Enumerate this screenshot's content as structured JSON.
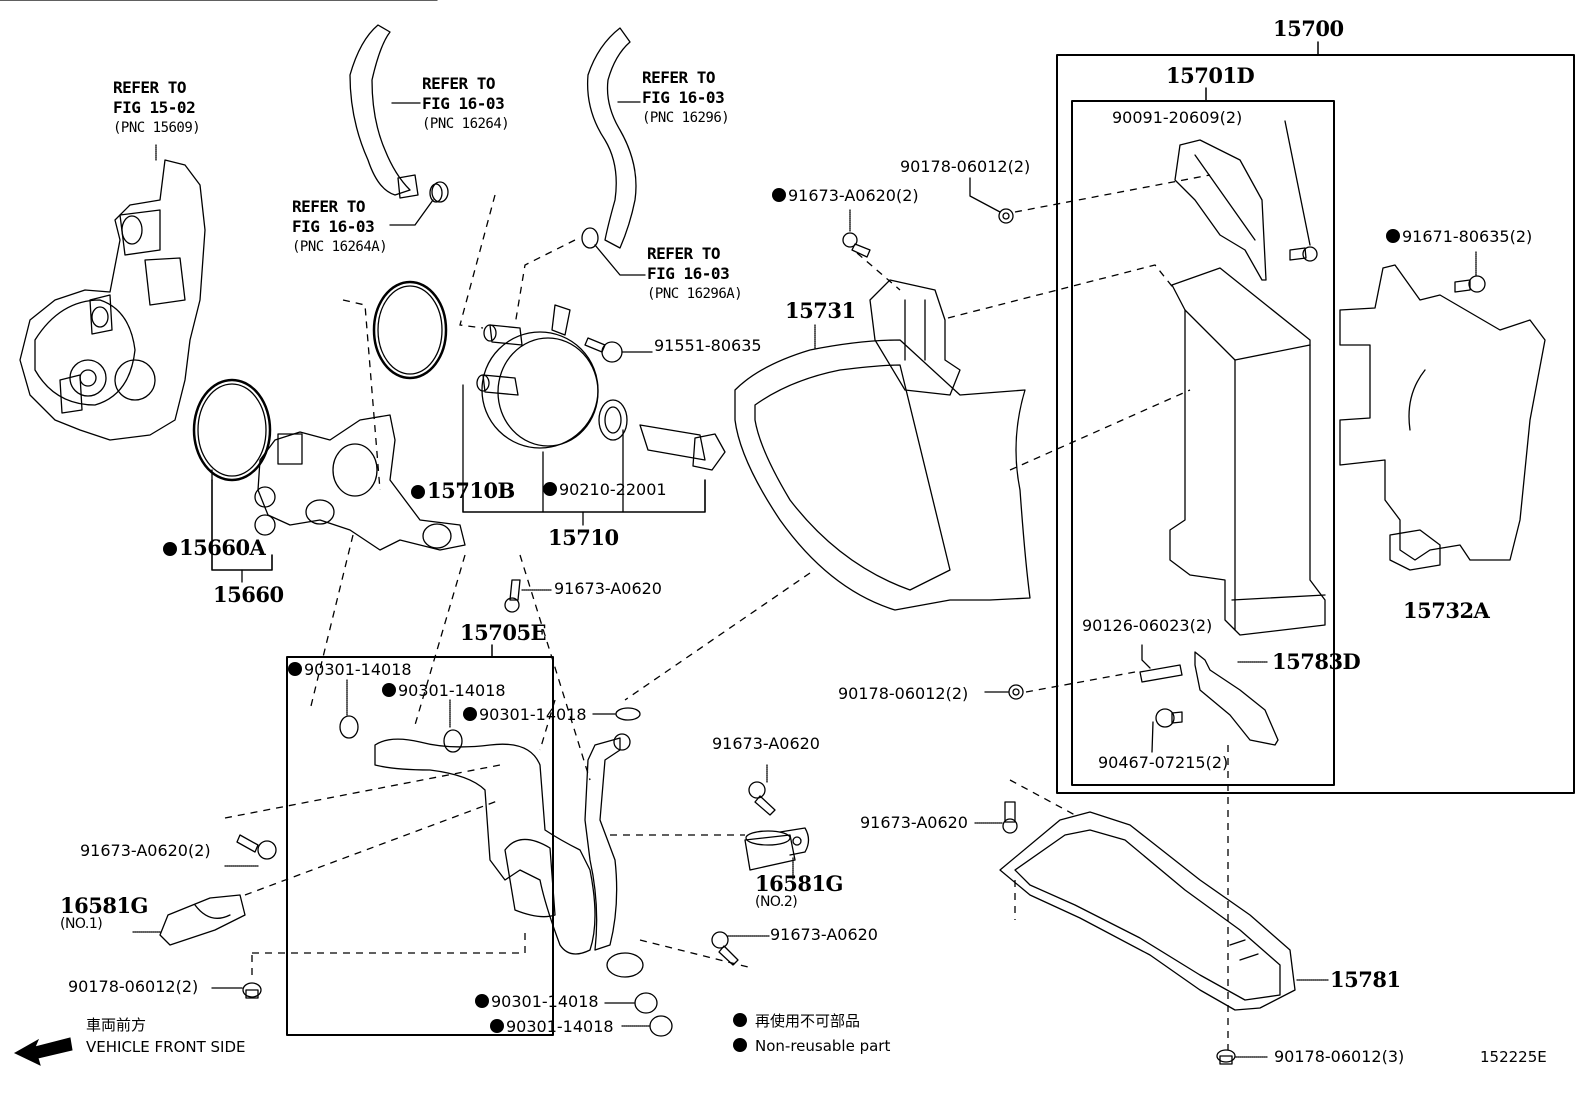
{
  "diagram": {
    "figure_code": "152225E",
    "assemblies": {
      "a15700": "15700",
      "a15701D": "15701D",
      "a15731": "15731",
      "a15732A": "15732A",
      "a15710": "15710",
      "a15710B": "15710B",
      "a15660": "15660",
      "a15660A": "15660A",
      "a15705E": "15705E",
      "a15783D": "15783D",
      "a15781": "15781",
      "a16581G_1": "16581G",
      "a16581G_1_sub": "(NO.1)",
      "a16581G_2": "16581G",
      "a16581G_2_sub": "(NO.2)"
    },
    "references": [
      {
        "line1": "REFER TO",
        "line2": "FIG 15-02",
        "pnc": "(PNC 15609)"
      },
      {
        "line1": "REFER TO",
        "line2": "FIG 16-03",
        "pnc": "(PNC 16264)"
      },
      {
        "line1": "REFER TO",
        "line2": "FIG 16-03",
        "pnc": "(PNC 16264A)"
      },
      {
        "line1": "REFER TO",
        "line2": "FIG 16-03",
        "pnc": "(PNC 16296)"
      },
      {
        "line1": "REFER TO",
        "line2": "FIG 16-03",
        "pnc": "(PNC 16296A)"
      }
    ],
    "parts": {
      "p90178_top": "90178-06012(2)",
      "p91673_top": "91673-A0620(2)",
      "p90091": "90091-20609(2)",
      "p91671": "91671-80635(2)",
      "p91551": "91551-80635",
      "p90210": "90210-22001",
      "p91673_mid": "91673-A0620",
      "p90301_a": "90301-14018",
      "p90301_b": "90301-14018",
      "p90301_c": "90301-14018",
      "p90301_d": "90301-14018",
      "p90301_e": "90301-14018",
      "p91673_clip": "91673-A0620",
      "p91673_right": "91673-A0620",
      "p91673_left": "91673-A0620(2)",
      "p90178_left": "90178-06012(2)",
      "p90126": "90126-06023(2)",
      "p90178_mid": "90178-06012(2)",
      "p90467": "90467-07215(2)",
      "p91673_bottom": "91673-A0620",
      "p90178_bottom": "90178-06012(3)"
    },
    "legend": {
      "non_reusable_jp": "再使用不可部品",
      "non_reusable_en": "Non-reusable part"
    },
    "direction": {
      "jp": "車両前方",
      "en": "VEHICLE FRONT SIDE"
    }
  }
}
